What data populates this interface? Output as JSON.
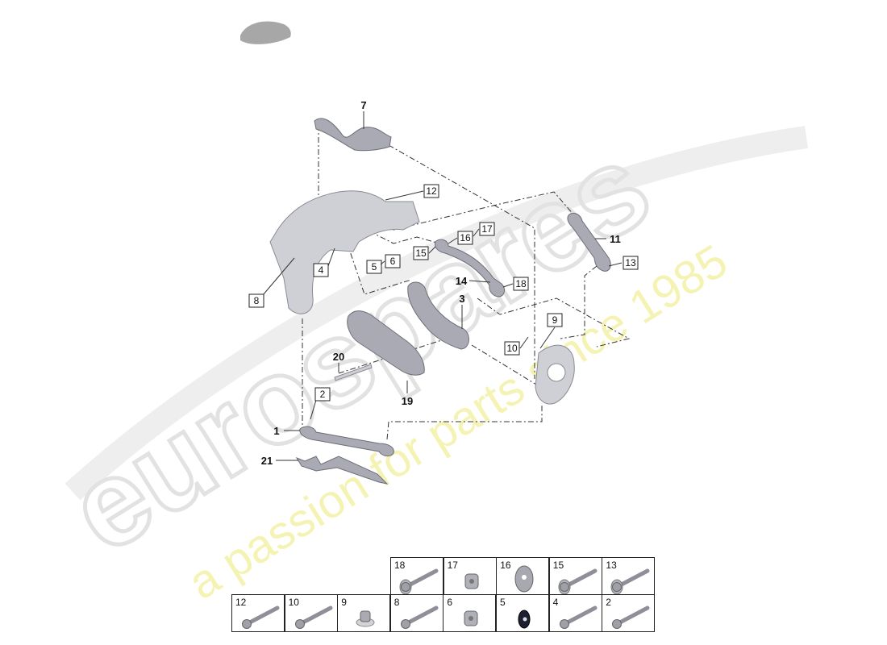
{
  "watermark": {
    "logo_text": "eurospares",
    "tagline": "a passion for parts since 1985",
    "logo_color": "#e6e6e6",
    "tagline_color": "#f3f0a0"
  },
  "diagram": {
    "callouts_bold": [
      "7",
      "11",
      "14",
      "3",
      "20",
      "19",
      "1",
      "21"
    ],
    "callouts_boxed": [
      "12",
      "16",
      "17",
      "15",
      "18",
      "4",
      "5",
      "6",
      "8",
      "13",
      "9",
      "10",
      "2"
    ]
  },
  "parts_table": {
    "top_row": [
      {
        "num": "18",
        "icon": "bolt-with-washer-icon"
      },
      {
        "num": "17",
        "icon": "nut-icon"
      },
      {
        "num": "16",
        "icon": "washer-icon"
      },
      {
        "num": "15",
        "icon": "bolt-with-washer-icon"
      },
      {
        "num": "13",
        "icon": "bolt-with-washer-icon"
      }
    ],
    "bottom_row": [
      {
        "num": "12",
        "icon": "bolt-icon"
      },
      {
        "num": "10",
        "icon": "bolt-icon"
      },
      {
        "num": "9",
        "icon": "flange-nut-icon"
      },
      {
        "num": "8",
        "icon": "bolt-icon"
      },
      {
        "num": "6",
        "icon": "nut-icon"
      },
      {
        "num": "5",
        "icon": "black-washer-icon"
      },
      {
        "num": "4",
        "icon": "bolt-icon"
      },
      {
        "num": "2",
        "icon": "bolt-icon"
      }
    ]
  }
}
